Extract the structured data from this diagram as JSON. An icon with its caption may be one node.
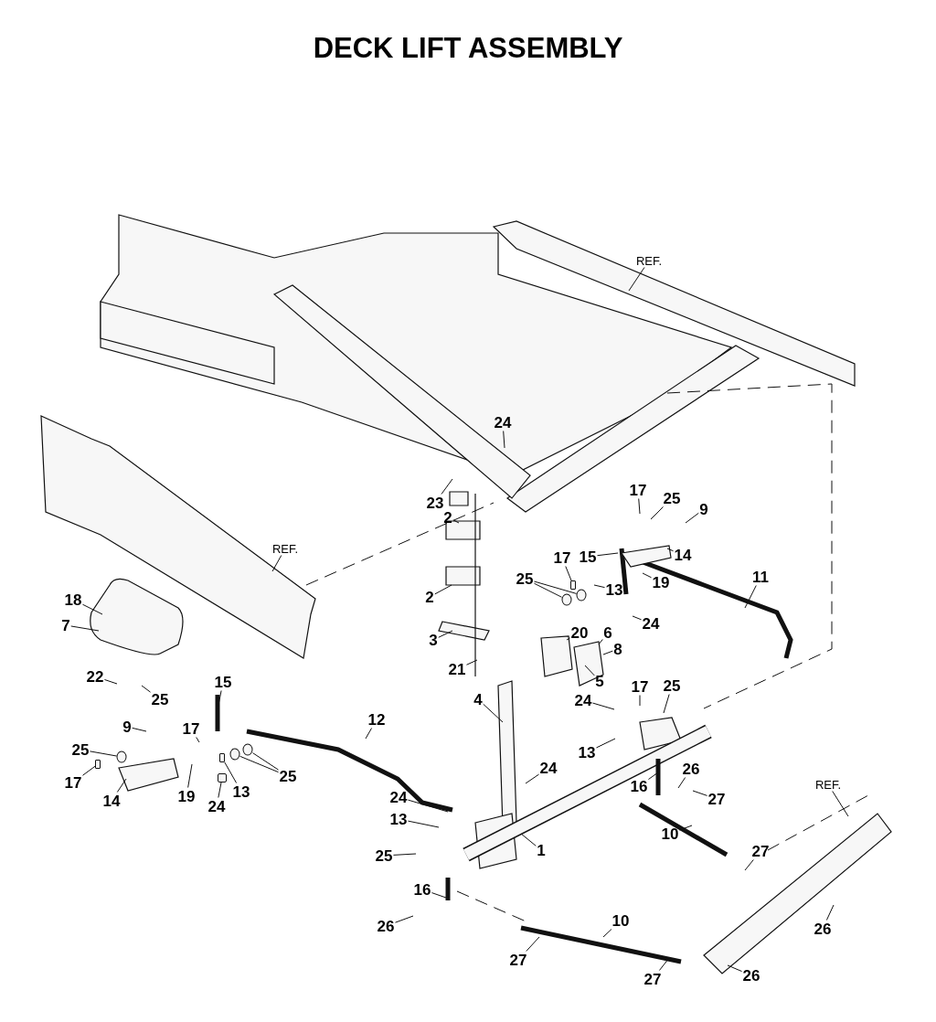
{
  "diagram": {
    "title": "DECK LIFT ASSEMBLY",
    "nodes": [
      {
        "text": [
          "REF."
        ]
      },
      {
        "text": [
          "24"
        ]
      },
      {
        "text": [
          "17"
        ]
      },
      {
        "text": [
          "25"
        ]
      },
      {
        "text": [
          "9"
        ]
      },
      {
        "text": [
          "23"
        ]
      },
      {
        "text": [
          "2"
        ]
      },
      {
        "text": [
          "REF."
        ]
      },
      {
        "text": [
          "17"
        ]
      },
      {
        "text": [
          "15"
        ]
      },
      {
        "text": [
          "14"
        ]
      },
      {
        "text": [
          "2"
        ]
      },
      {
        "text": [
          "11"
        ]
      },
      {
        "text": [
          "25"
        ]
      },
      {
        "text": [
          "19"
        ]
      },
      {
        "text": [
          "13"
        ]
      },
      {
        "text": [
          "18"
        ]
      },
      {
        "text": [
          "24"
        ]
      },
      {
        "text": [
          "7"
        ]
      },
      {
        "text": [
          "20"
        ]
      },
      {
        "text": [
          "6"
        ]
      },
      {
        "text": [
          "3"
        ]
      },
      {
        "text": [
          "8"
        ]
      },
      {
        "text": [
          "21"
        ]
      },
      {
        "text": [
          "22"
        ]
      },
      {
        "text": [
          "15"
        ]
      },
      {
        "text": [
          "5"
        ]
      },
      {
        "text": [
          "25"
        ]
      },
      {
        "text": [
          "17"
        ]
      },
      {
        "text": [
          "25"
        ]
      },
      {
        "text": [
          "4"
        ]
      },
      {
        "text": [
          "24"
        ]
      },
      {
        "text": [
          "9"
        ]
      },
      {
        "text": [
          "17"
        ]
      },
      {
        "text": [
          "12"
        ]
      },
      {
        "text": [
          "25"
        ]
      },
      {
        "text": [
          "13"
        ]
      },
      {
        "text": [
          "25"
        ]
      },
      {
        "text": [
          "17"
        ]
      },
      {
        "text": [
          "14"
        ]
      },
      {
        "text": [
          "19"
        ]
      },
      {
        "text": [
          "13"
        ]
      },
      {
        "text": [
          "24"
        ]
      },
      {
        "text": [
          "24"
        ]
      },
      {
        "text": [
          "26"
        ]
      },
      {
        "text": [
          "16"
        ]
      },
      {
        "text": [
          "27"
        ]
      },
      {
        "text": [
          "24"
        ]
      },
      {
        "text": [
          "13"
        ]
      },
      {
        "text": [
          "REF."
        ]
      },
      {
        "text": [
          "1"
        ]
      },
      {
        "text": [
          "25"
        ]
      },
      {
        "text": [
          "10"
        ]
      },
      {
        "text": [
          "27"
        ]
      },
      {
        "text": [
          "16"
        ]
      },
      {
        "text": [
          "26"
        ]
      },
      {
        "text": [
          "10"
        ]
      },
      {
        "text": [
          "27"
        ]
      },
      {
        "text": [
          "26"
        ]
      },
      {
        "text": [
          "27"
        ]
      },
      {
        "text": [
          "26"
        ]
      },
      {
        "text": [],
        "shape": "circle"
      },
      {
        "text": [],
        "shape": "circle"
      },
      {
        "text": [],
        "shape": "circle"
      },
      {
        "text": [],
        "shape": "bar"
      },
      {
        "text": [],
        "shape": "box"
      },
      {
        "text": [],
        "shape": "bar"
      },
      {
        "text": [],
        "shape": "bar"
      },
      {
        "text": [],
        "shape": "circle"
      },
      {
        "text": [],
        "shape": "circle"
      }
    ],
    "edges": [
      {
        "from": 0,
        "to": null,
        "arrow": "none"
      },
      {
        "from": 1,
        "to": null,
        "arrow": "none"
      },
      {
        "from": 2,
        "to": null,
        "arrow": "none"
      },
      {
        "from": 3,
        "to": null,
        "arrow": "none"
      },
      {
        "from": 4,
        "to": null,
        "arrow": "none"
      },
      {
        "from": 5,
        "to": null,
        "arrow": "none"
      },
      {
        "from": 6,
        "to": null,
        "arrow": "none"
      },
      {
        "from": 7,
        "to": null,
        "arrow": "none"
      },
      {
        "from": 8,
        "to": 66,
        "arrow": "none"
      },
      {
        "from": 9,
        "to": null,
        "arrow": "none"
      },
      {
        "from": 10,
        "to": null,
        "arrow": "none"
      },
      {
        "from": 11,
        "to": null,
        "arrow": "none"
      },
      {
        "from": 12,
        "to": null,
        "arrow": "none"
      },
      {
        "from": 13,
        "to": 61,
        "arrow": "none"
      },
      {
        "from": 13,
        "to": 62,
        "arrow": "none"
      },
      {
        "from": 14,
        "to": null,
        "arrow": "none"
      },
      {
        "from": 15,
        "to": null,
        "arrow": "none"
      },
      {
        "from": 16,
        "to": null,
        "arrow": "none"
      },
      {
        "from": 17,
        "to": null,
        "arrow": "none"
      },
      {
        "from": 18,
        "to": null,
        "arrow": "none"
      },
      {
        "from": 19,
        "to": null,
        "arrow": "none"
      },
      {
        "from": 20,
        "to": null,
        "arrow": "none"
      },
      {
        "from": 21,
        "to": null,
        "arrow": "none"
      },
      {
        "from": 22,
        "to": null,
        "arrow": "none"
      },
      {
        "from": 23,
        "to": null,
        "arrow": "none"
      },
      {
        "from": 24,
        "to": null,
        "arrow": "none"
      },
      {
        "from": 25,
        "to": null,
        "arrow": "none"
      },
      {
        "from": 26,
        "to": null,
        "arrow": "none"
      },
      {
        "from": 27,
        "to": null,
        "arrow": "none"
      },
      {
        "from": 28,
        "to": null,
        "arrow": "none"
      },
      {
        "from": 29,
        "to": null,
        "arrow": "none"
      },
      {
        "from": 30,
        "to": null,
        "arrow": "none"
      },
      {
        "from": 31,
        "to": null,
        "arrow": "none"
      },
      {
        "from": 32,
        "to": null,
        "arrow": "none"
      },
      {
        "from": 33,
        "to": null,
        "arrow": "none"
      },
      {
        "from": 34,
        "to": null,
        "arrow": "none"
      },
      {
        "from": 35,
        "to": 63,
        "arrow": "none"
      },
      {
        "from": 36,
        "to": null,
        "arrow": "none"
      },
      {
        "from": 37,
        "to": 68,
        "arrow": "none"
      },
      {
        "from": 37,
        "to": 69,
        "arrow": "none"
      },
      {
        "from": 38,
        "to": 64,
        "arrow": "none"
      },
      {
        "from": 39,
        "to": null,
        "arrow": "none"
      },
      {
        "from": 40,
        "to": null,
        "arrow": "none"
      },
      {
        "from": 41,
        "to": 67,
        "arrow": "none"
      },
      {
        "from": 42,
        "to": 65,
        "arrow": "none"
      },
      {
        "from": 43,
        "to": null,
        "arrow": "none"
      },
      {
        "from": 44,
        "to": null,
        "arrow": "none"
      },
      {
        "from": 45,
        "to": null,
        "arrow": "none"
      },
      {
        "from": 46,
        "to": null,
        "arrow": "none"
      },
      {
        "from": 47,
        "to": null,
        "arrow": "none"
      },
      {
        "from": 48,
        "to": null,
        "arrow": "none"
      },
      {
        "from": 49,
        "to": null,
        "arrow": "none"
      },
      {
        "from": 50,
        "to": null,
        "arrow": "none"
      },
      {
        "from": 51,
        "to": null,
        "arrow": "none"
      },
      {
        "from": 52,
        "to": null,
        "arrow": "none"
      },
      {
        "from": 53,
        "to": null,
        "arrow": "none"
      },
      {
        "from": 54,
        "to": null,
        "arrow": "none"
      },
      {
        "from": 55,
        "to": null,
        "arrow": "none"
      },
      {
        "from": 56,
        "to": null,
        "arrow": "none"
      },
      {
        "from": 57,
        "to": null,
        "arrow": "none"
      },
      {
        "from": 58,
        "to": null,
        "arrow": "none"
      },
      {
        "from": 59,
        "to": null,
        "arrow": "none"
      },
      {
        "from": 60,
        "to": null,
        "arrow": "none"
      }
    ]
  }
}
